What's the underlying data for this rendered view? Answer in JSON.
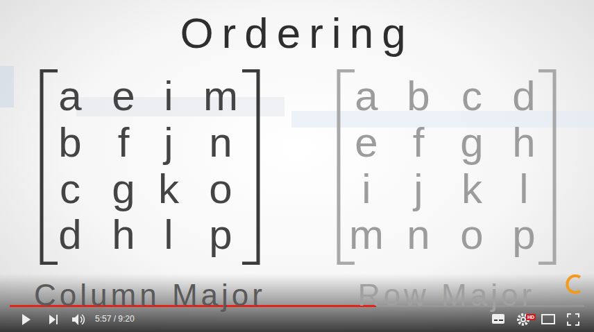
{
  "diagram": {
    "title": "Ordering",
    "nodes": [
      {
        "text": [
          "a",
          "e",
          "i",
          "m",
          "b",
          "f",
          "j",
          "n",
          "c",
          "g",
          "k",
          "o",
          "d",
          "h",
          "l",
          "p",
          "Column Major"
        ]
      },
      {
        "text": [
          "a",
          "b",
          "c",
          "d",
          "e",
          "f",
          "g",
          "h",
          "i",
          "j",
          "k",
          "l",
          "m",
          "n",
          "o",
          "p",
          "Row Major"
        ]
      }
    ],
    "labels": [
      "5:57 / 9:20",
      "HD"
    ]
  }
}
